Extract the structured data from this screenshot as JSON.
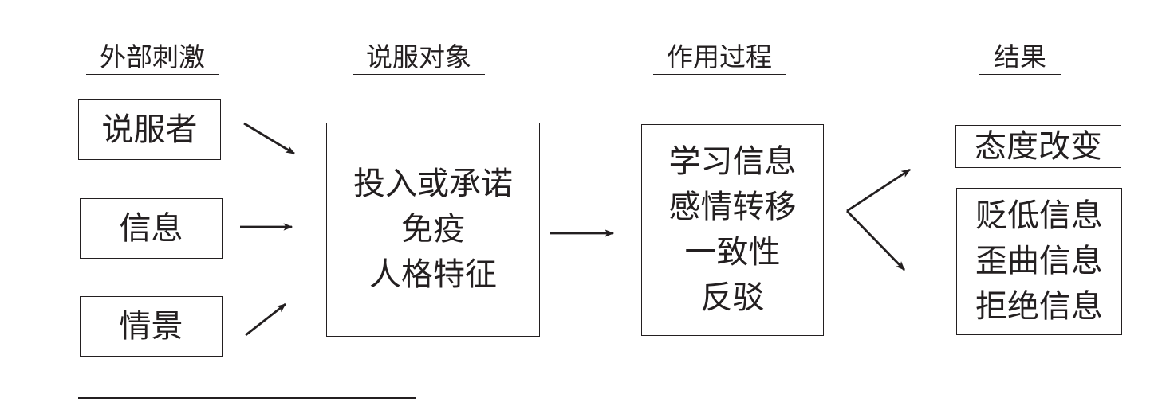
{
  "headings": {
    "stimulus": "外部刺激",
    "target": "说服对象",
    "process": "作用过程",
    "result": "结果"
  },
  "stimuli": [
    "说服者",
    "信息",
    "情景"
  ],
  "target_factors": [
    "投入或承诺",
    "免疫",
    "人格特征"
  ],
  "processes": [
    "学习信息",
    "感情转移",
    "一致性",
    "反驳"
  ],
  "results": {
    "positive": "态度改变",
    "negative": [
      "贬低信息",
      "歪曲信息",
      "拒绝信息"
    ]
  },
  "colors": {
    "ink": "#231f20",
    "background": "#ffffff"
  }
}
